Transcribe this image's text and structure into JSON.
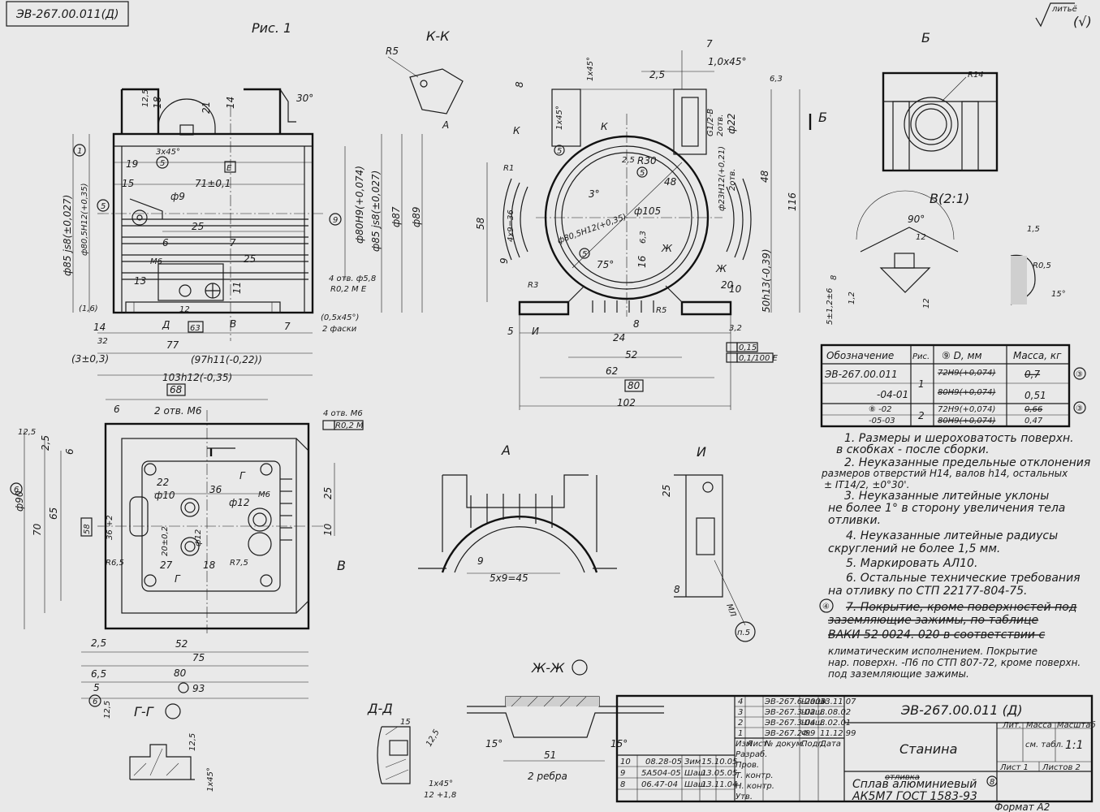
{
  "stamp_top_left": "ЭВ-267.00.011(Д)",
  "roughness_top_right": "литьё",
  "fig_label": "Рис. 1",
  "section_kk": "К-К",
  "view_b": "Б",
  "detail_v": "В(2:1)",
  "view_a": "А",
  "view_i": "И",
  "section_zhzh": "Ж-Ж",
  "section_gg": "Г-Г",
  "section_dd": "Д-Д",
  "dims_front": {
    "d1": "18",
    "d2": "12,5",
    "d3": "21",
    "d4": "14",
    "d5": "30°",
    "d6": "3x45°",
    "d7": "19",
    "d8": "15",
    "d9": "71±0,1",
    "d10": "ф9",
    "d11": "25",
    "d12": "6",
    "d13": "7",
    "d14": "25",
    "d15": "М6",
    "d16": "13",
    "d17": "12",
    "d18": "11",
    "d19": "14",
    "d20": "32",
    "d21": "77",
    "d22": "(3±0,3)",
    "d23": "(97h11(-0,22))",
    "d24": "103h12(-0,35)",
    "d25": "ф85 js8(±0,027)",
    "d26": "ф80,5H12(+0,35)",
    "d27": "ф80H9(+0,074)",
    "d28": "ф85 js8(±0,027)",
    "d29": "ф87",
    "d30": "ф89",
    "d31": "4 отв. ф5,8",
    "d32": "R0,2 M E",
    "d33": "(0,5x45°)",
    "d34": "2 фаски",
    "d35": "(1,6)",
    "d36": "7",
    "d37": "Д",
    "d38": "63",
    "d39": "В",
    "d40": "Е",
    "d41": "А"
  },
  "dims_section": {
    "s1": "7",
    "s2": "1,0x45°",
    "s3": "2,5",
    "s4": "1x45°",
    "s5": "6,3",
    "s6": "8",
    "s7": "1x45°",
    "s8": "К",
    "s9": "К",
    "s10": "R1",
    "s11": "2,5",
    "s12": "R30",
    "s13": "48",
    "s14": "3°",
    "s15": "ф105",
    "s16": "4x9=36",
    "s17": "58",
    "s18": "ф80,5H12(+0,35)",
    "s19": "9",
    "s20": "75°",
    "s21": "R3",
    "s22": "R5",
    "s23": "16",
    "s24": "6,3",
    "s25": "Ж",
    "s26": "Ж",
    "s27": "20",
    "s28": "10",
    "s29": "48",
    "s30": "116",
    "s31": "50h13(-0,39)",
    "s32": "G1/2-B",
    "s33": "2отв.",
    "s34": "ф22",
    "s35": "ф23H12(+0,21)",
    "s36": "2отв.",
    "s37": "5",
    "s38": "И",
    "s39": "8",
    "s40": "24",
    "s41": "52",
    "s42": "62",
    "s43": "80",
    "s44": "102",
    "s45": "3,2",
    "s46": "0,15",
    "s47": "0,1/100 Е",
    "s48": "Б"
  },
  "dims_plan": {
    "p1": "68",
    "p2": "6",
    "p3": "2 отв. М6",
    "p4": "4 отв. М6",
    "p5": "R0,2 M",
    "p6": "12,5",
    "p7": "2,5",
    "p8": "6",
    "p9": "ф90",
    "p10": "65",
    "p11": "70",
    "p12": "58",
    "p13": "36 +2",
    "p14": "22",
    "p15": "ф10",
    "p16": "36",
    "p17": "ф12",
    "p18": "М6",
    "p19": "25",
    "p20": "10",
    "p21": "20±0,2",
    "p22": "ф12",
    "p23": "Г",
    "p24": "Г",
    "p25": "R6,5",
    "p26": "27",
    "p27": "18",
    "p28": "R7,5",
    "p29": "В",
    "p30": "2,5",
    "p31": "52",
    "p32": "75",
    "p33": "80",
    "p34": "93",
    "p35": "6,5",
    "p36": "5",
    "p37": "12,5"
  },
  "dims_misc": {
    "v1": "R14",
    "v2": "90°",
    "v3": "12",
    "v4": "1,5",
    "v5": "R0,5",
    "v6": "15°",
    "v7": "8",
    "v8": "12",
    "v9": "5±1,2±6",
    "v10": "1,2",
    "a1": "9",
    "a2": "5x9=45",
    "i1": "25",
    "i2": "8",
    "i3": "п.5",
    "i4": "МЛ",
    "z1": "15°",
    "z2": "15°",
    "z3": "51",
    "z4": "2 ребра",
    "d1": "15",
    "d2": "12,5",
    "d3": "1x45°",
    "d4": "12 +1,8",
    "g1": "12,5",
    "g2": "1x45°",
    "r5": "R5"
  },
  "table": {
    "headers": [
      "Обозначение",
      "Рис.",
      "⑨ D, мм",
      "Масса, кг"
    ],
    "rows": [
      {
        "des": "ЭВ-267.00.011",
        "fig": "1",
        "d": "72H9(+0,074)",
        "m": "0,7"
      },
      {
        "des": "-04-01",
        "fig": "",
        "d": "80H9(+0,074)",
        "m": "0,51"
      },
      {
        "des": "⑧ -02",
        "fig": "2",
        "d": "72H9(+0,074)",
        "m": "0,66"
      },
      {
        "des": "-05-03",
        "fig": "",
        "d": "80H9(+0,074)",
        "m": "0,47"
      }
    ],
    "mark": "③"
  },
  "notes": [
    "1. Размеры и шероховатость поверхн.",
    "в скобках - после сборки.",
    "2. Неуказанные предельные отклонения",
    "размеров отверстий Н14, валов h14, остальных",
    "± IT14/2, ±0°30'.",
    "3. Неуказанные литейные уклоны",
    "не более 1° в сторону увеличения тела",
    "отливки.",
    "4. Неуказанные литейные радиусы",
    "скруглений не более 1,5 мм.",
    "5. Маркировать АЛ10.",
    "6. Остальные технические требования",
    "на отливку по СТП 22177-804-75.",
    "7. Покрытие, кроме поверхностей под",
    "заземляющие зажимы, по таблице",
    "ВАКИ 52 0024. 020 в соответствии с",
    "климатическим исполнением. Покрытие",
    "нар. поверхн. -П6 по СТП 807-72, кроме поверхн.",
    "под заземляющие зажимы."
  ],
  "note_mark": "④",
  "title_block": {
    "doc": "ЭВ-267.00.011 (Д)",
    "name": "Станина",
    "material1": "Сплав алюминиевый",
    "material_crossed": "отливка",
    "material2": "АК5М7  ГОСТ 1583-93",
    "lit": "Лит.",
    "mass": "Масса",
    "scale": "Масштаб",
    "mass_val": "см. табл.",
    "scale_val": "1:1",
    "sheet": "Лист 1",
    "sheets": "Листов 2",
    "roles": [
      "Изм",
      "Лист",
      "№ докум.",
      "Подп.",
      "Дата",
      "Разраб.",
      "Пров.",
      "Т. контр.",
      "Н. контр.",
      "Утв."
    ],
    "changes": [
      {
        "n": "4",
        "doc": "ЭВ-267.6-2003",
        "sign": "Шашк.",
        "date": "13.11.07"
      },
      {
        "n": "3",
        "doc": "ЭВ-267.3-02",
        "sign": "Шаш.",
        "date": "8.08.02"
      },
      {
        "n": "2",
        "doc": "ЭВ-267.3-04",
        "sign": "Шаш.",
        "date": "8.02.01"
      },
      {
        "n": "1",
        "doc": "ЭВ-267.2-99",
        "sign": "Ф.",
        "date": "11.12.99"
      }
    ],
    "left_rows": [
      {
        "n": "10",
        "doc": "08.28-05",
        "sign": "Зим",
        "date": "15.10.05"
      },
      {
        "n": "9",
        "doc": "5А504-05",
        "sign": "Шаш.",
        "date": "13.05.05"
      },
      {
        "n": "8",
        "doc": "06.47-04",
        "sign": "Шаш.",
        "date": "13.11.04"
      }
    ],
    "format": "Формат А2"
  }
}
